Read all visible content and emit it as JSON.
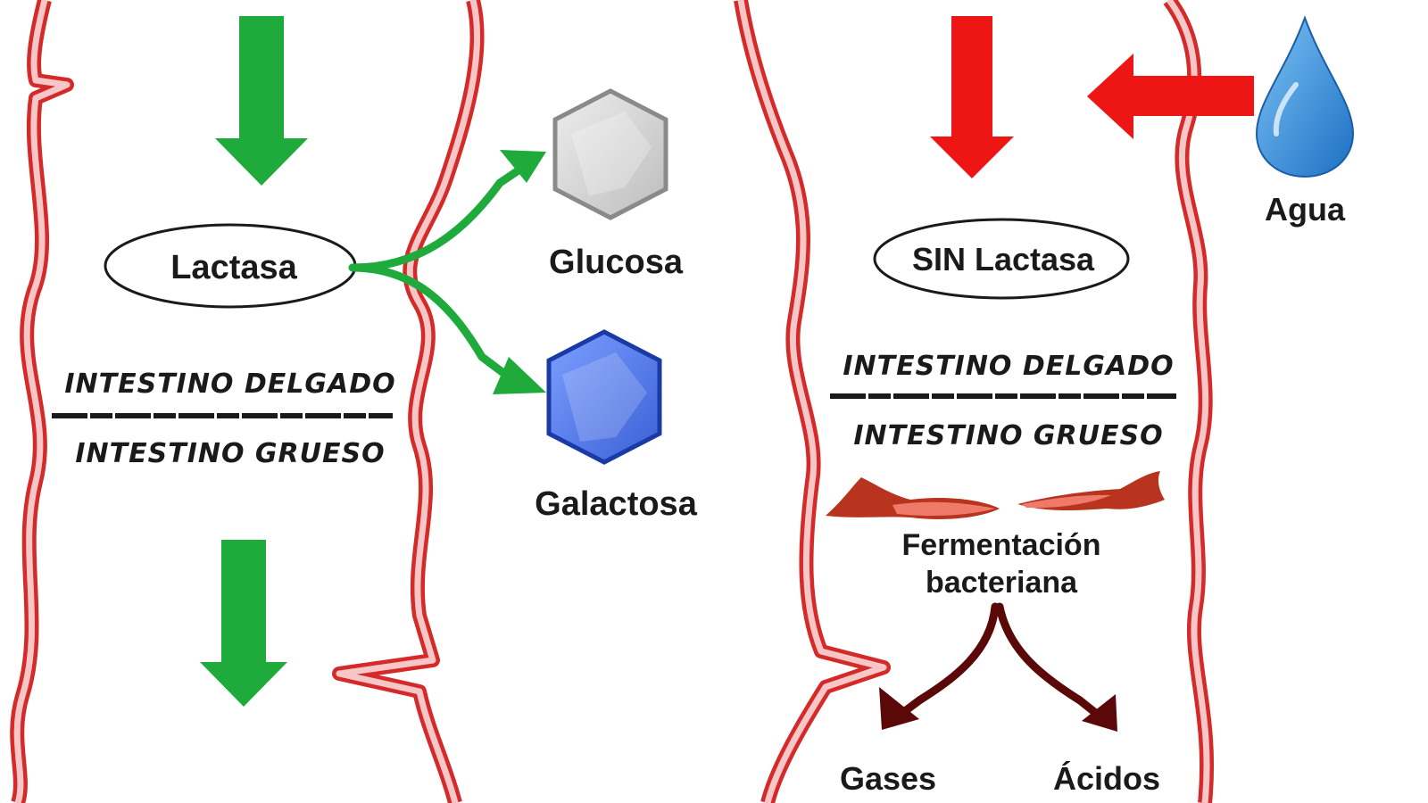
{
  "left": {
    "enzyme": "Lactasa",
    "small_intestine": "INTESTINO DELGADO",
    "large_intestine": "INTESTINO GRUESO"
  },
  "products": {
    "glucose": "Glucosa",
    "galactose": "Galactosa"
  },
  "right": {
    "enzyme": "SIN Lactasa",
    "small_intestine": "INTESTINO DELGADO",
    "large_intestine": "INTESTINO GRUESO",
    "water": "Agua",
    "fermentation_line1": "Fermentación",
    "fermentation_line2": "bacteriana",
    "output_gases": "Gases",
    "output_acids": "Ácidos"
  },
  "colors": {
    "intestine_wall": "#d42a2a",
    "intestine_inner": "#f7c6c6",
    "green_arrow": "#1faa3c",
    "red_arrow": "#ee1515",
    "dark_arrow": "#5a0808",
    "glucose_fill": "#d6d6d6",
    "galactose_fill": "#5b86f0",
    "water_fill": "#2f8fe0"
  }
}
